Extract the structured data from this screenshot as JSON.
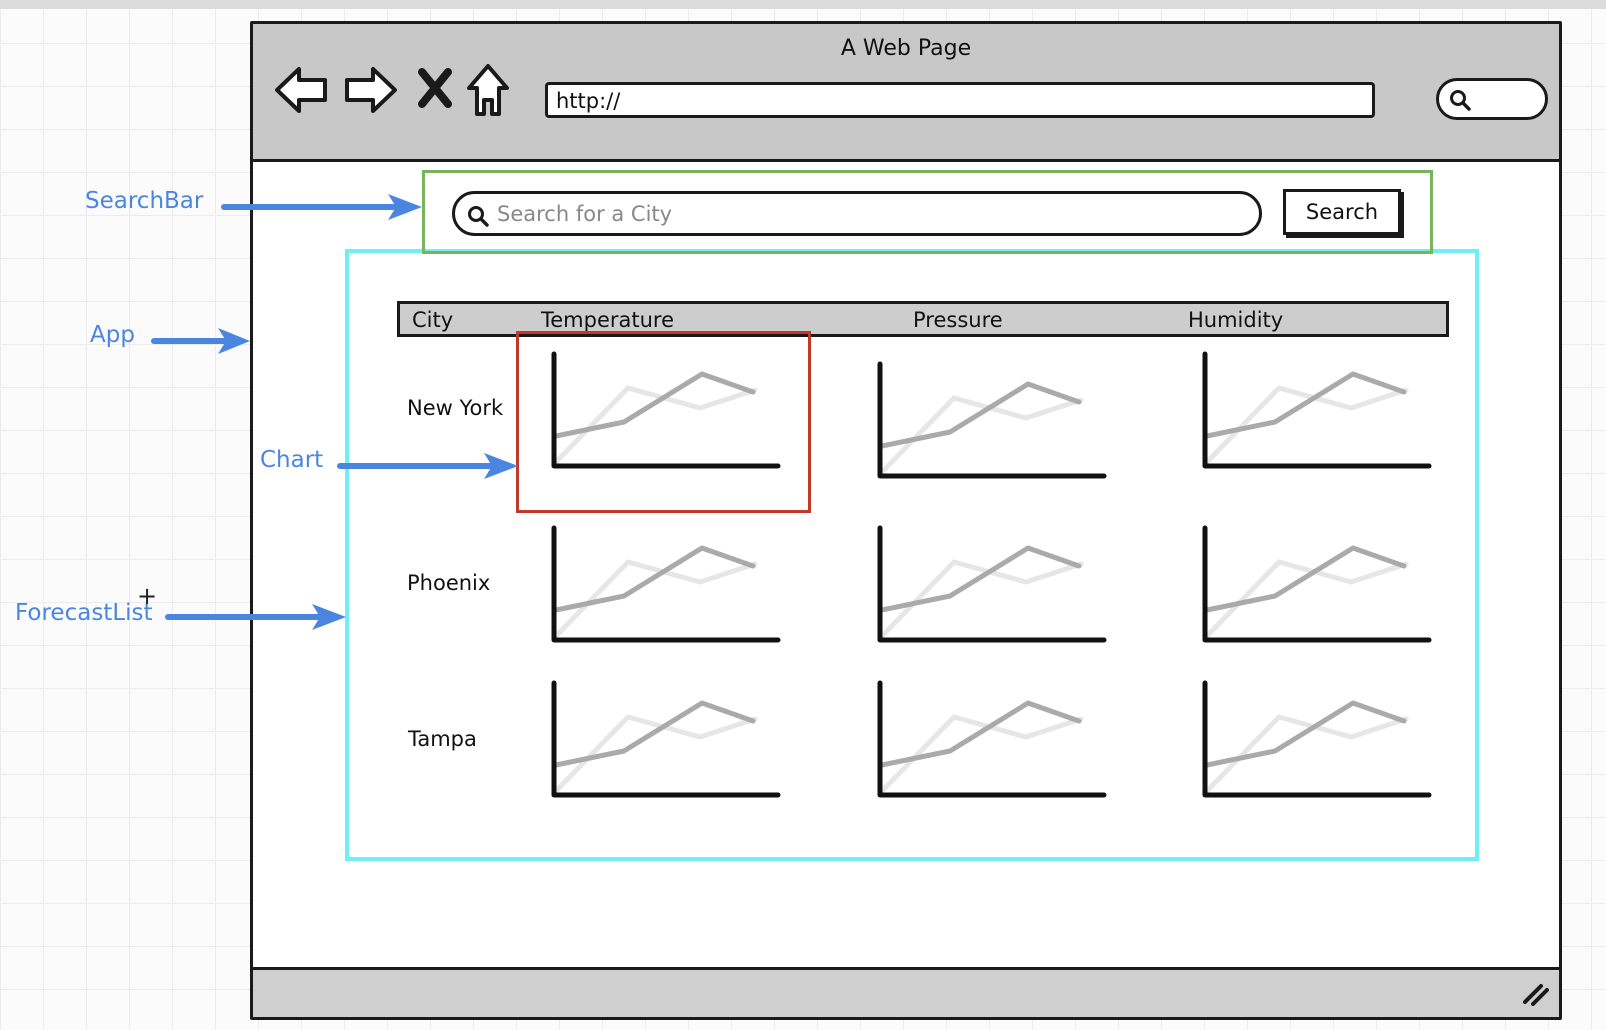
{
  "window": {
    "title": "A Web Page"
  },
  "browser": {
    "url": "http://",
    "nav_icons": [
      "back-arrow-icon",
      "forward-arrow-icon",
      "stop-icon",
      "home-icon"
    ],
    "mini_search_icon": "search-icon"
  },
  "search_bar": {
    "placeholder": "Search for a City",
    "button_label": "Search"
  },
  "table": {
    "headers": [
      "City",
      "Temperature",
      "Pressure",
      "Humidity"
    ],
    "rows": [
      {
        "city": "New York"
      },
      {
        "city": "Phoenix"
      },
      {
        "city": "Tampa"
      }
    ]
  },
  "annotations": {
    "search_bar": "SearchBar",
    "app": "App",
    "chart": "Chart",
    "forecast_list": "ForecastList"
  },
  "colors": {
    "annotation": "#4a86e0",
    "searchbar_box": "#79b35b",
    "app_box": "#6ef0f6",
    "chart_box": "#c0392b",
    "chrome": "#c8c8c8"
  }
}
